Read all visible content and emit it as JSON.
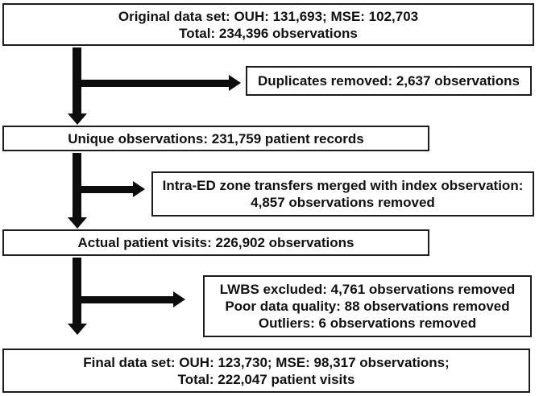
{
  "figure": {
    "type": "flowchart",
    "description": "Data set inclusion/exclusion flow diagram for ED patient observations",
    "colors": {
      "background": "#ffffff",
      "box_border": "#1c1c1c",
      "arrow": "#0d0d0d",
      "text": "#111111"
    },
    "nodes": {
      "original": {
        "line1": "Original data set: OUH: 131,693; MSE: 102,703",
        "line2": "Total: 234,396 observations"
      },
      "duplicates": {
        "line1": "Duplicates removed: 2,637 observations"
      },
      "unique": {
        "line1": "Unique observations: 231,759 patient records"
      },
      "transfers": {
        "line1": "Intra-ED zone transfers merged with index observation:",
        "line2": "4,857 observations removed"
      },
      "actual": {
        "line1": "Actual patient visits: 226,902 observations"
      },
      "exclusions": {
        "line1": "LWBS excluded: 4,761 observations removed",
        "line2": "Poor data quality: 88 observations removed",
        "line3": "Outliers: 6 observations removed"
      },
      "final": {
        "line1": "Final data set: OUH: 123,730; MSE: 98,317 observations;",
        "line2": "Total: 222,047 patient visits"
      }
    }
  }
}
